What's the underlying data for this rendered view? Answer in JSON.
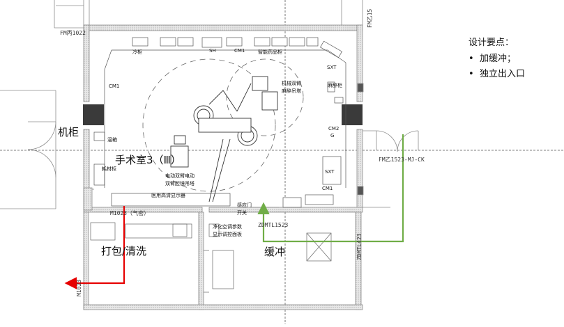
{
  "rooms": {
    "or_name": "手术室3（Ⅲ）",
    "cabinet": "机柜",
    "pack_clean": "打包/清洗",
    "buffer": "缓冲"
  },
  "equipment": {
    "cold_cabinet": "冷柜",
    "sh": "SH",
    "cm1_top": "CM1",
    "smart_drug": "智能药品柜",
    "sxt_top": "SXT",
    "anesth_cab": "麻醉柜",
    "cm1_left": "CM1",
    "mech_arm_1": "机械双臂",
    "mech_arm_2": "麻醉吊塔",
    "cm2": "CM2",
    "g": "G",
    "warmer": "温箱",
    "consumables": "耗材柜",
    "dual_arm_1": "电动双臂电动",
    "dual_arm_2": "双臂腔镜吊塔",
    "hd_display": "医用高清显示器",
    "sxt_right": "SXT",
    "cm1_right": "CM1",
    "sensor_door_1": "感应门",
    "sensor_door_2": "开关",
    "purify_1": "净化空调参数",
    "purify_2": "显示调控面板"
  },
  "codes": {
    "fm_bing": "FM丙1022",
    "fm_yi15": "FM乙15",
    "fm_mj": "FM乙1523-MJ-CK",
    "m1023_airtight": "M1023（气密）",
    "zdmtl1523": "ZDMTL1523",
    "zdmtl423": "ZDMTL423",
    "m1023": "M1023"
  },
  "notes": {
    "title": "设计要点：",
    "items": [
      "加缓冲；",
      "独立出入口"
    ]
  },
  "colors": {
    "exit_arrow": "#e60000",
    "entry_arrow": "#70ad47",
    "wall": "#8c8c8c",
    "cabinet_fill": "#3a3a3a"
  }
}
